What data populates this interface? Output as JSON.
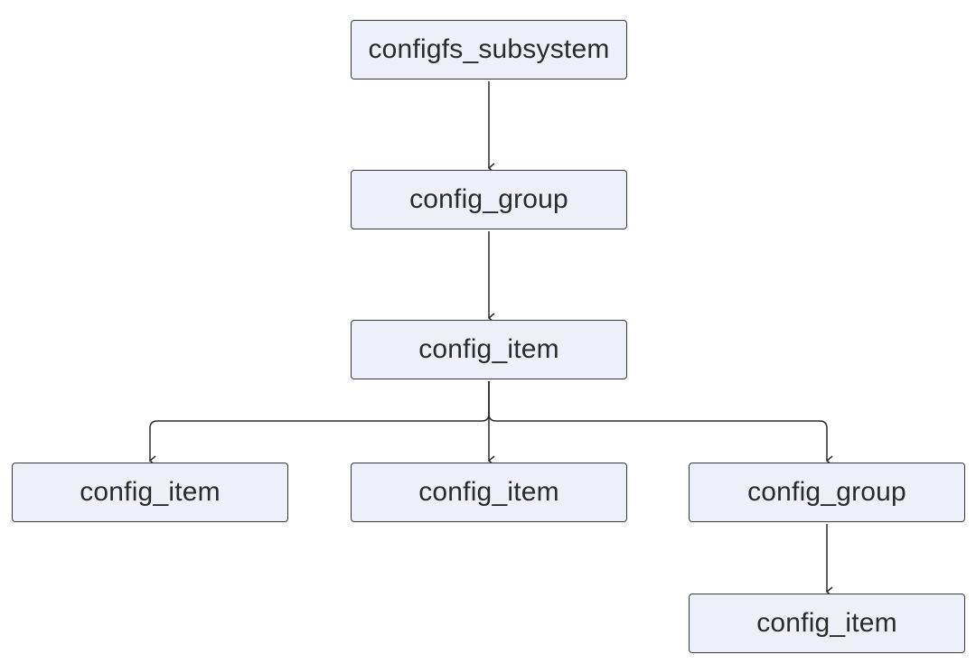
{
  "nodes": {
    "root": "configfs_subsystem",
    "group1": "config_group",
    "item1": "config_item",
    "item2": "config_item",
    "item3": "config_item",
    "group2": "config_group",
    "item4": "config_item"
  },
  "colors": {
    "node_fill": "#eef0f9",
    "node_border": "#3a3a3a",
    "edge": "#2b2b2b",
    "text": "#2b2b2b"
  }
}
